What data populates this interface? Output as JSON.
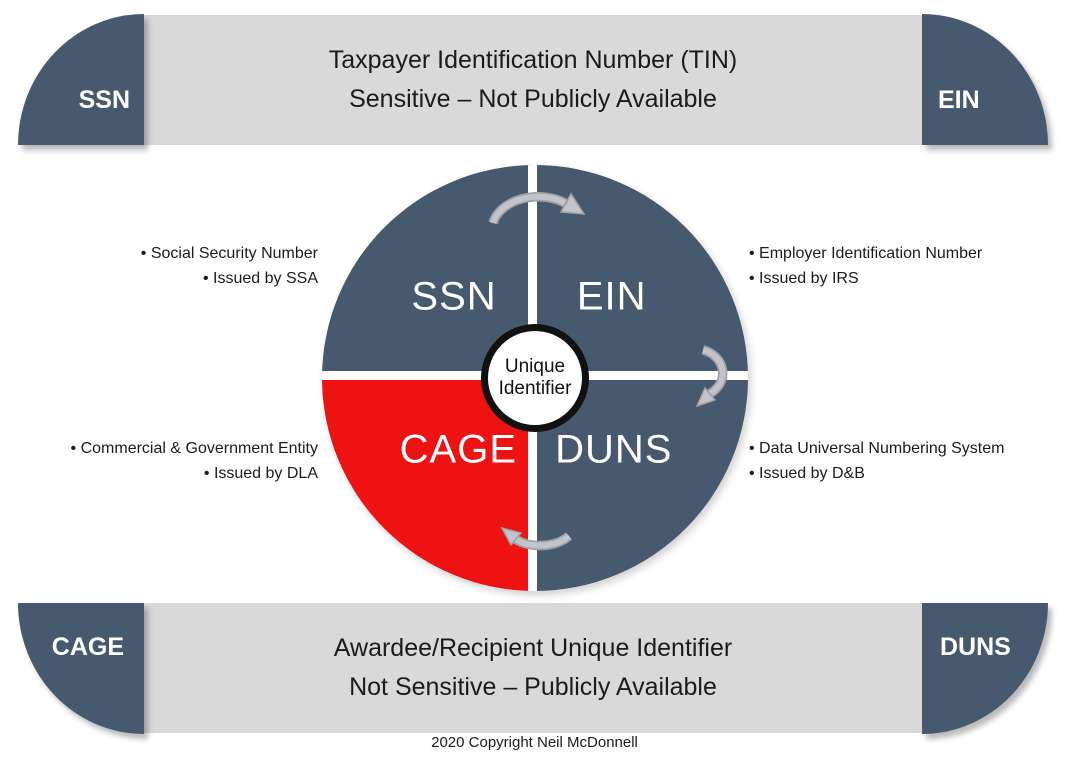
{
  "colors": {
    "dark_blue": "#47596e",
    "red": "#ee1212",
    "banner_gray": "#d9d9d9",
    "arrow_gray": "#c3c4cb",
    "arrow_outline": "#9fa1a8",
    "hub_border": "#111111",
    "text": "#1b1b1b",
    "white": "#ffffff"
  },
  "top_banner": {
    "left_tab": "SSN",
    "right_tab": "EIN",
    "line1": "Taxpayer Identification Number (TIN)",
    "line2": "Sensitive – Not Publicly Available"
  },
  "bottom_banner": {
    "left_tab": "CAGE",
    "right_tab": "DUNS",
    "line1": "Awardee/Recipient Unique Identifier",
    "line2": "Not Sensitive – Publicly Available"
  },
  "wheel": {
    "quadrants": [
      {
        "id": "ssn",
        "label": "SSN",
        "color": "#47596e"
      },
      {
        "id": "ein",
        "label": "EIN",
        "color": "#47596e"
      },
      {
        "id": "cage",
        "label": "CAGE",
        "color": "#ee1212"
      },
      {
        "id": "duns",
        "label": "DUNS",
        "color": "#47596e"
      }
    ],
    "center": {
      "line1": "Unique",
      "line2": "Identifier"
    }
  },
  "icons": {
    "top": "clockwise-rotation-arrow",
    "right": "clockwise-rotation-arrow",
    "bottom": "clockwise-rotation-arrow"
  },
  "annotations": {
    "ssn": [
      "• Social Security Number",
      "• Issued by SSA"
    ],
    "ein": [
      "• Employer Identification Number",
      "• Issued by IRS"
    ],
    "cage": [
      "• Commercial & Government Entity",
      "• Issued by DLA"
    ],
    "duns": [
      "• Data Universal Numbering System",
      "• Issued by D&B"
    ]
  },
  "footer": "2020 Copyright Neil McDonnell"
}
